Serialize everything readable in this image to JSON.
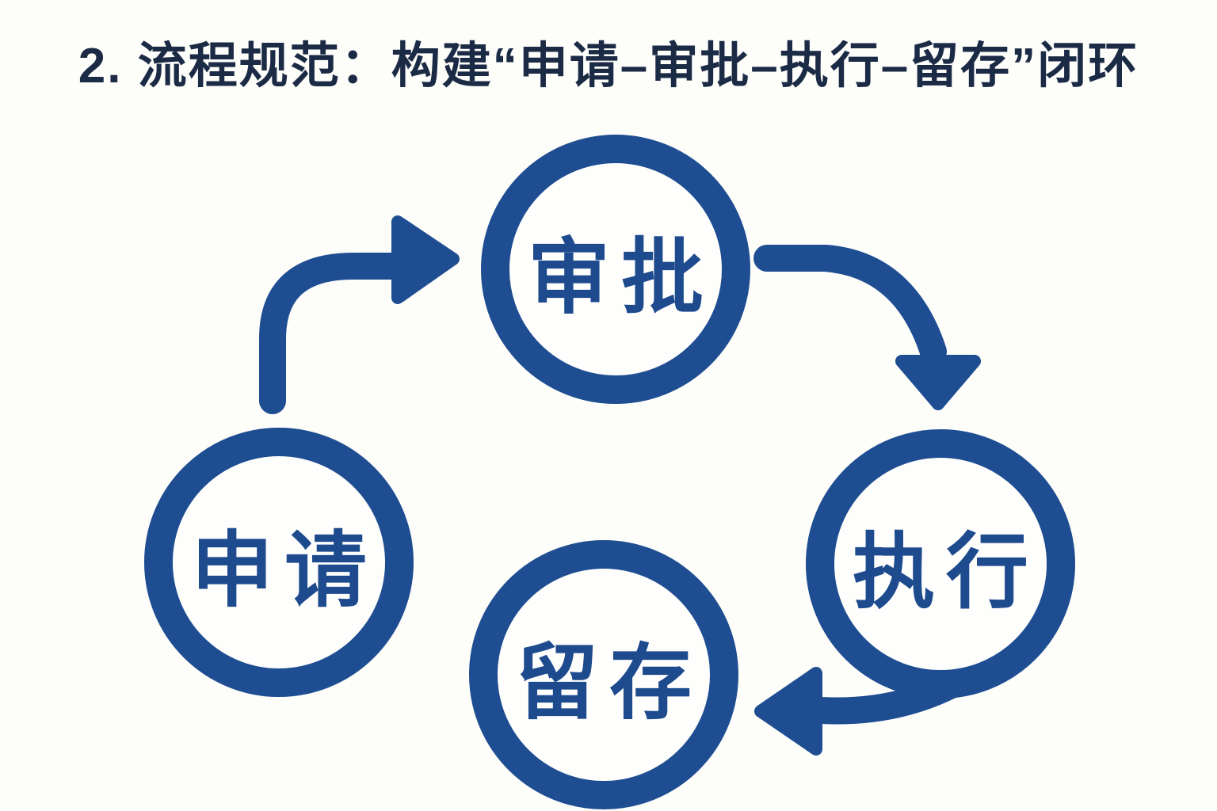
{
  "title": "2. 流程规范：构建“申请–审批–执行–留存”闭环",
  "diagram": {
    "type": "cycle-flowchart",
    "nodes": [
      {
        "id": "apply",
        "label": "申请"
      },
      {
        "id": "approve",
        "label": "审批"
      },
      {
        "id": "execute",
        "label": "执行"
      },
      {
        "id": "retain",
        "label": "留存"
      }
    ],
    "arrows": [
      {
        "from": "apply",
        "to": "approve",
        "direction": "up-right"
      },
      {
        "from": "approve",
        "to": "execute",
        "direction": "down-right"
      },
      {
        "from": "execute",
        "to": "retain",
        "direction": "left"
      }
    ]
  },
  "colors": {
    "title_text": "#1b2a45",
    "diagram_blue": "#1e4d92",
    "background": "#fdfdfa"
  }
}
